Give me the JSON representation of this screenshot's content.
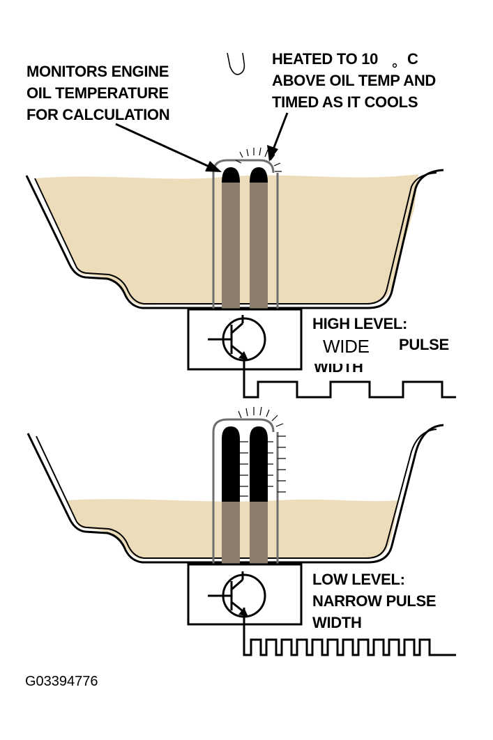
{
  "labels": {
    "monitors_line1": "MONITORS ENGINE",
    "monitors_line2": "OIL TEMPERATURE",
    "monitors_line3": "FOR CALCULATION",
    "heated_line1": "HEATED TO 10",
    "heated_unit": "C",
    "heated_line2": "ABOVE OIL TEMP AND",
    "heated_line3": "TIMED AS IT COOLS",
    "high_line1": "HIGH  LEVEL:",
    "high_wide": "WIDE",
    "high_pulse": "PULSE",
    "high_width": "WIDTH",
    "low_line1": "LOW LEVEL:",
    "low_line2": "NARROW PULSE",
    "low_line3": "WIDTH"
  },
  "figure_id": "G03394776",
  "colors": {
    "oil": "#ecdcb9",
    "sensor_tube": "#8c7e6c",
    "outline": "#000000",
    "background": "#ffffff"
  },
  "icons": {
    "transistor": "npn-transistor-icon",
    "degree": "degree-icon"
  }
}
